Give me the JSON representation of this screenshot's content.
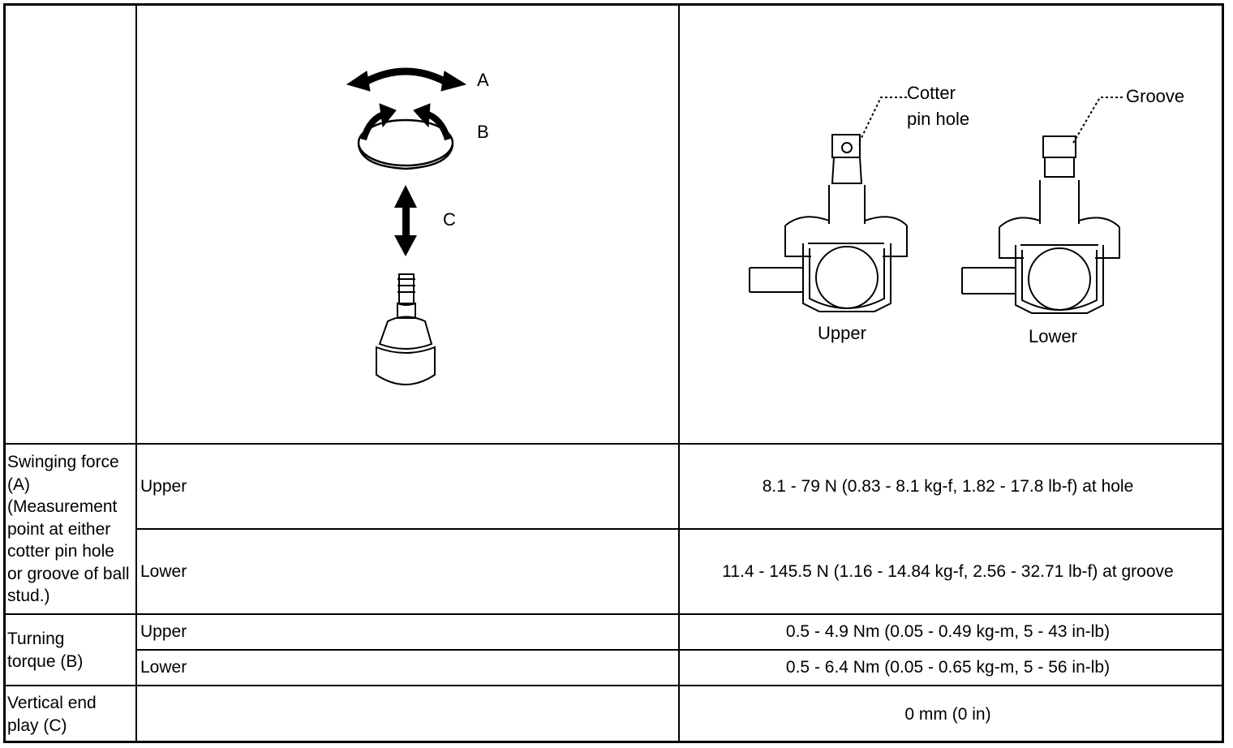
{
  "figures": {
    "left_labels": [
      "A",
      "B",
      "C"
    ],
    "right_callouts": [
      "Cotter",
      "pin hole",
      "Groove"
    ],
    "right_captions": [
      "Upper",
      "Lower"
    ]
  },
  "rows": [
    {
      "label": "Swinging force (A) (Measurement point at either cotter pin hole or groove of ball stud.)",
      "subrows": [
        {
          "position": "Upper",
          "value": "8.1 - 79 N (0.83 - 8.1 kg-f, 1.82 - 17.8 lb-f) at hole"
        },
        {
          "position": "Lower",
          "value": "11.4 - 145.5 N (1.16 - 14.84 kg-f, 2.56 - 32.71 lb-f) at groove"
        }
      ]
    },
    {
      "label": "Turning torque (B)",
      "subrows": [
        {
          "position": "Upper",
          "value": "0.5 - 4.9 Nm (0.05 - 0.49 kg-m, 5 - 43 in-lb)"
        },
        {
          "position": "Lower",
          "value": "0.5 - 6.4 Nm (0.05 - 0.65 kg-m, 5 - 56 in-lb)"
        }
      ]
    },
    {
      "label": "Vertical end play (C)",
      "subrows": [
        {
          "position": "",
          "value": "0 mm (0 in)"
        }
      ]
    }
  ]
}
